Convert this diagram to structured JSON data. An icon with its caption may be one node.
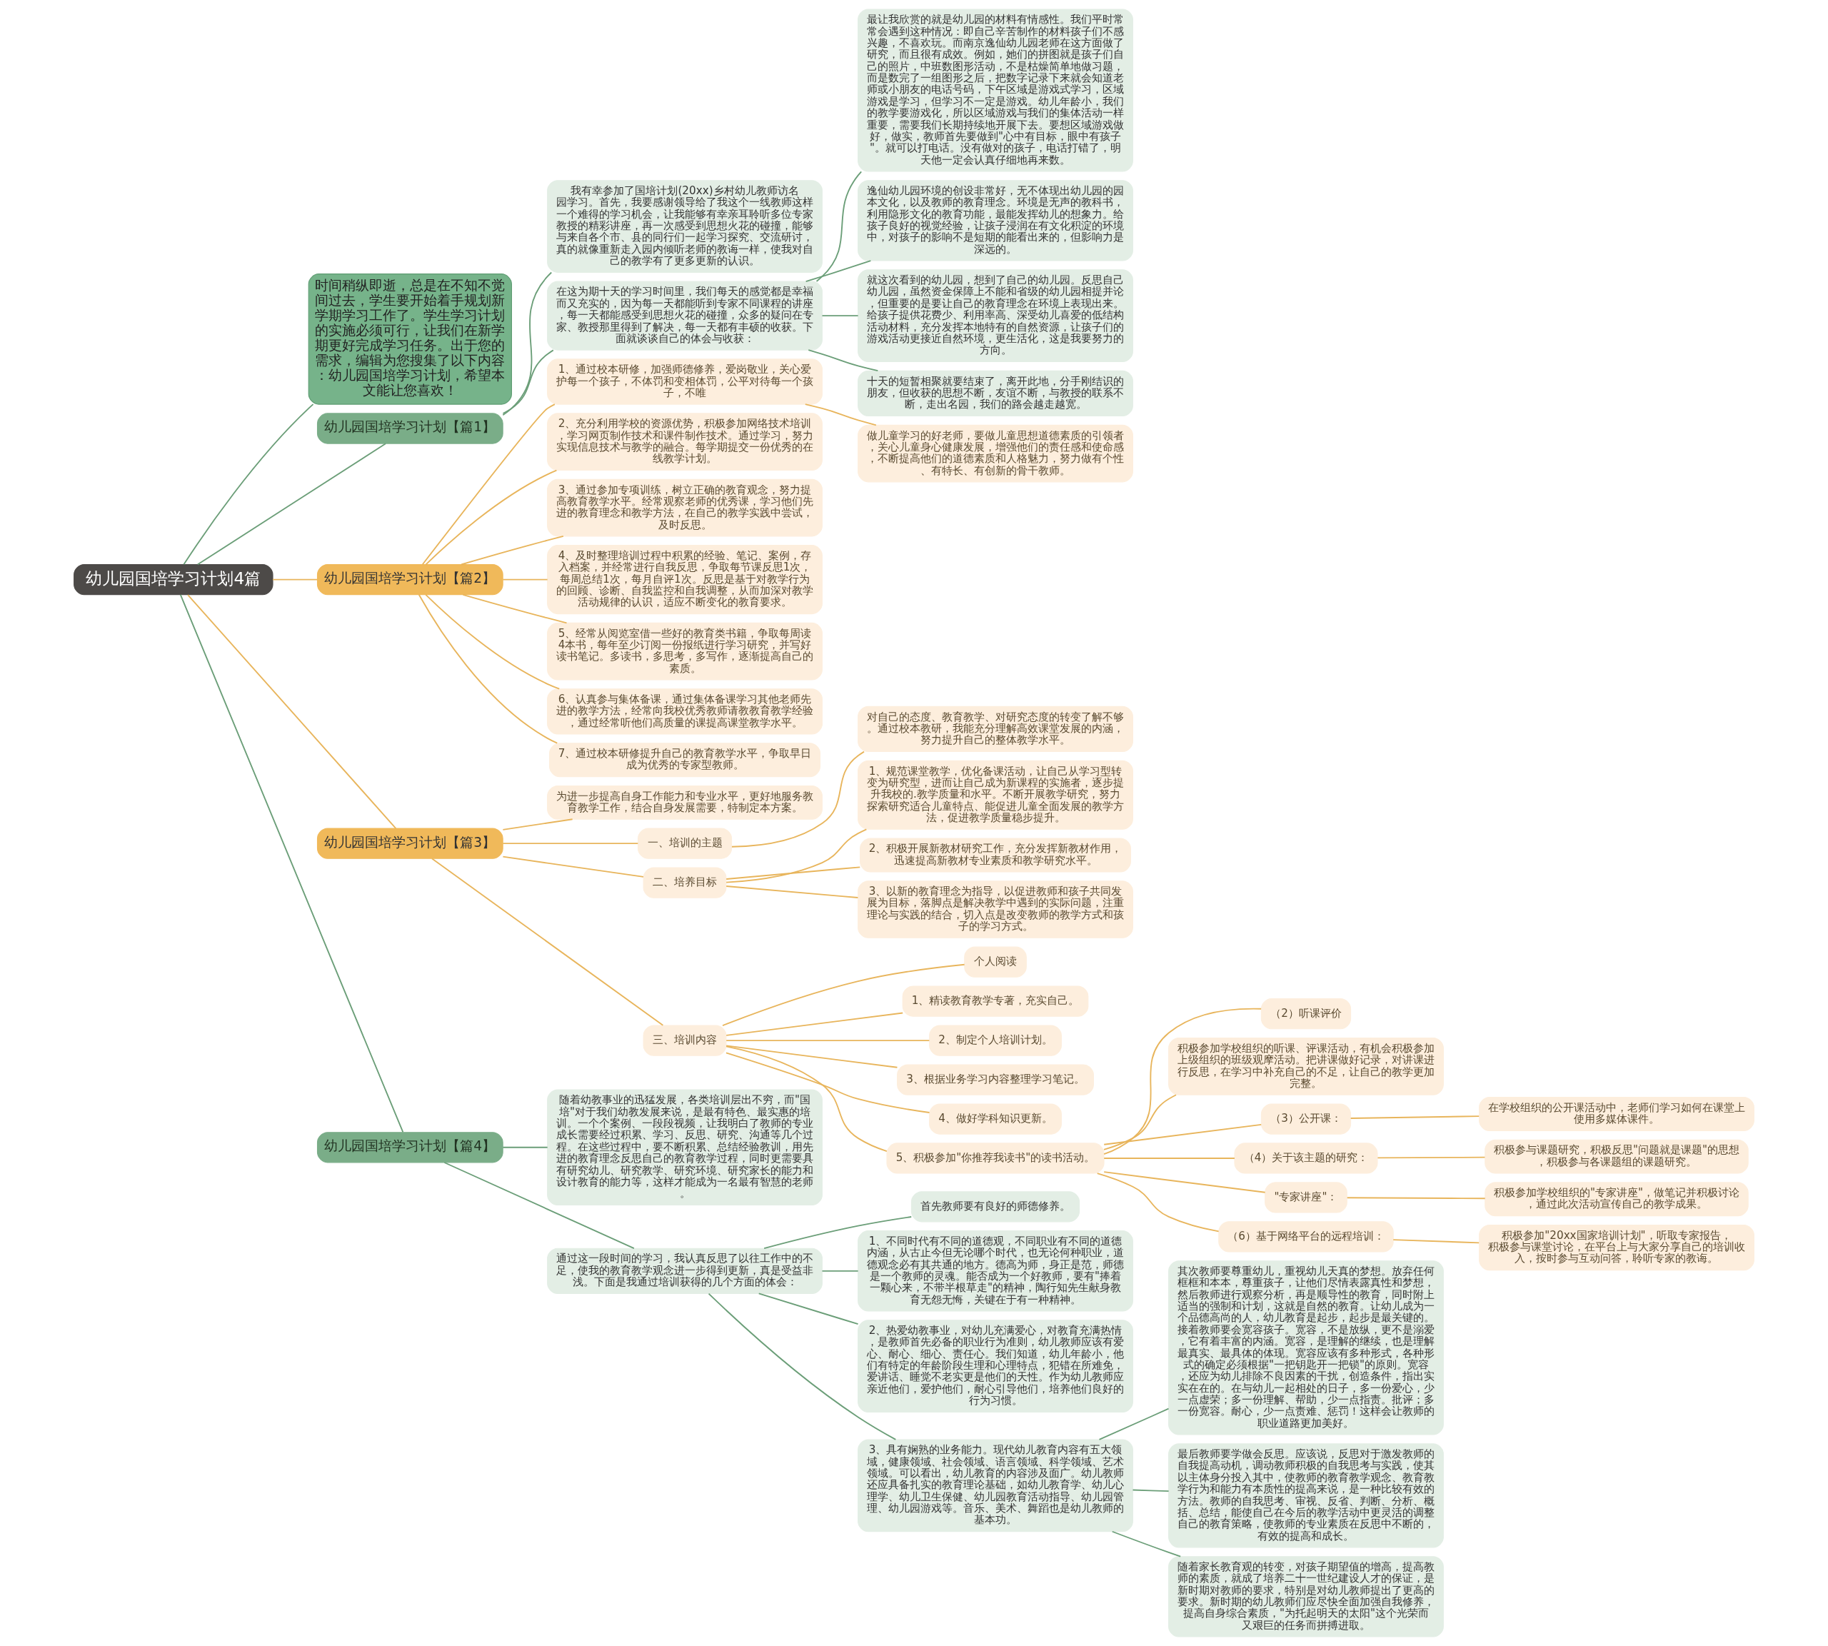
{
  "diagram": {
    "nodes": [
      {
        "text": [
          "幼儿园国培学习计划4篇"
        ]
      },
      {
        "text": [
          "时间稍纵即逝，总是在不知不觉间过去，学生要开始着手规划新学期学习工作了。学生学习计划的实施必须可行，让我们在新学期更好完成学习任务。出于您的需求，编辑为您搜集了以下内容：幼儿园国培学习计划，希望本文能让您喜欢！"
        ]
      },
      {
        "text": [
          "幼儿园国培学习计划【篇1】"
        ]
      },
      {
        "text": [
          "我有幸参加了国培计划(20xx)乡村幼儿教师访名园学习。首先，我要感谢领导给了我这个一线教师这样一个难得的学习机会，让我能够有幸亲耳聆听多位专家教授的精彩讲座，再一次感受到思想火花的碰撞，能够与来自各个市、县的同行们一起学习探究、交流研讨，真的就像重新走入园内倾听老师的教诲一样，使我对自己的教学有了更多更新的认识。"
        ]
      },
      {
        "text": [
          "在这为期十天的学习时间里，我们每天的感觉都是幸福而又充实的，因为每一天都能听到专家不同课程的讲座，每一天都能感受到思想火花的碰撞，众多的疑问在专家、教授那里得到了解决，每一天都有丰硕的收获。下面就谈谈自己的体会与收获："
        ]
      },
      {
        "text": [
          "最让我欣赏的就是幼儿园的材料有情感性。我们平时常常会遇到这种情况：即自己辛苦制作的材料孩子们不感兴趣，不喜欢玩。而南京逸仙幼儿园老师在这方面做了研究，而且很有成效。例如，她们的拼图就是孩子们自己的照片，中班数图形活动，不是枯燥简单地做习题，而是数完了一组图形之后，把数字记录下来就会知道老师或小朋友的电话号码，下午区域是游戏式学习，区域游戏是学习，但学习不一定是游戏。幼儿年龄小，我们的教学要游戏化，所以区域游戏与我们的集体活动一样重要，需要我们长期持续地开展下去。要想区域游戏做好，做实，教师首先要做到\"心中有目标，眼中有孩子\"。就可以打电话。没有做对的孩子，电话打错了，明天他一定会认真仔细地再来数。"
        ]
      },
      {
        "text": [
          "逸仙幼儿园环境的创设非常好，无不体现出幼儿园的园本文化，以及教师的教育理念。环境是无声的教科书，利用隐形文化的教育功能，最能发挥幼儿的想象力。给孩子良好的视觉经验，让孩子浸润在有文化积淀的环境中，对孩子的影响不是短期的能看出来的，但影响力是深远的。"
        ]
      },
      {
        "text": [
          "就这次看到的幼儿园，想到了自己的幼儿园。反思自己幼儿园，虽然资金保障上不能和省级的幼儿园相提并论，但重要的是要让自己的教育理念在环境上表现出来。给孩子提供花费少、利用率高、深受幼儿喜爱的低结构活动材料，充分发挥本地特有的自然资源，让孩子们的游戏活动更接近自然环境，更生活化，这是我要努力的方向。"
        ]
      },
      {
        "text": [
          "十天的短暂相聚就要结束了，离开此地，分手刚结识的朋友，但收获的思想不断，友谊不断，与教授的联系不断，走出名园，我们的路会越走越宽。"
        ]
      },
      {
        "text": [
          "幼儿园国培学习计划【篇2】"
        ]
      },
      {
        "text": [
          "1、通过校本研修，加强师德修养，爱岗敬业，关心爱护每一个孩子，不体罚和变相体罚，公平对待每一个孩子，不唯"
        ]
      },
      {
        "text": [
          "做儿童学习的好老师，要做儿童思想道德素质的引领者，关心儿童身心健康发展，增强他们的责任感和使命感，不断提高他们的道德素质和人格魅力，努力做有个性、有特长、有创新的骨干教师。"
        ]
      },
      {
        "text": [
          "2、充分利用学校的资源优势，积极参加网络技术培训，学习网页制作技术和课件制作技术。通过学习，努力实现信息技术与教学的融合。每学期提交一份优秀的在线教学计划。"
        ]
      },
      {
        "text": [
          "3、通过参加专项训练，树立正确的教育观念，努力提高教育教学水平。经常观察老师的优秀课，学习他们先进的教育理念和教学方法，在自己的教学实践中尝试，及时反思。"
        ]
      },
      {
        "text": [
          "4、及时整理培训过程中积累的经验、笔记、案例，存入档案，并经常进行自我反思，争取每节课反思1次，每周总结1次，每月自评1次。反思是基于对教学行为的回顾、诊断、自我监控和自我调整，从而加深对教学活动规律的认识，适应不断变化的教育要求。"
        ]
      },
      {
        "text": [
          "5、经常从阅览室借一些好的教育类书籍，争取每周读4本书，每年至少订阅一份报纸进行学习研究，并写好读书笔记。多读书，多思考，多写作，逐渐提高自己的素质。"
        ]
      },
      {
        "text": [
          "6、认真参与集体备课，通过集体备课学习其他老师先进的教学方法，经常向我校优秀教师请教教育教学经验，通过经常听他们高质量的课提高课堂教学水平。"
        ]
      },
      {
        "text": [
          "7、通过校本研修提升自己的教育教学水平，争取早日成为优秀的专家型教师。"
        ]
      },
      {
        "text": [
          "幼儿园国培学习计划【篇3】"
        ]
      },
      {
        "text": [
          "为进一步提高自身工作能力和专业水平，更好地服务教育教学工作，结合自身发展需要，特制定本方案。"
        ]
      },
      {
        "text": [
          "一、培训的主题"
        ]
      },
      {
        "text": [
          "对自己的态度、教育教学、对研究态度的转变了解不够。通过校本教研，我能充分理解高效课堂发展的内涵，努力提升自己的整体教学水平。"
        ]
      },
      {
        "text": [
          "二、培养目标"
        ]
      },
      {
        "text": [
          "1、规范课堂教学，优化备课活动，让自己从学习型转变为研究型，进而让自己成为新课程的实施者，逐步提升我校的.教学质量和水平。不断开展教学研究，努力探索研究适合儿童特点、能促进儿童全面发展的教学方法，促进教学质量稳步提升。"
        ]
      },
      {
        "text": [
          "2、积极开展新教材研究工作，充分发挥新教材作用，迅速提高新教材专业素质和教学研究水平。"
        ]
      },
      {
        "text": [
          "3、以新的教育理念为指导，以促进教师和孩子共同发展为目标，落脚点是解决教学中遇到的实际问题，注重理论与实践的结合，切入点是改变教师的教学方式和孩子的学习方式。"
        ]
      },
      {
        "text": [
          "三、培训内容"
        ]
      },
      {
        "text": [
          "个人阅读"
        ]
      },
      {
        "text": [
          "1、精读教育教学专著，充实自己。"
        ]
      },
      {
        "text": [
          "2、制定个人培训计划。"
        ]
      },
      {
        "text": [
          "3、根据业务学习内容整理学习笔记。"
        ]
      },
      {
        "text": [
          "4、做好学科知识更新。"
        ]
      },
      {
        "text": [
          "5、积极参加\"你推荐我读书\"的读书活动。"
        ]
      },
      {
        "text": [
          "（2）听课评价"
        ]
      },
      {
        "text": [
          "积极参加学校组织的听课、评课活动，有机会积极参加上级组织的班级观摩活动。把讲课做好记录，对讲课进行反思，在学习中补充自己的不足，让自己的教学更加完整。"
        ]
      },
      {
        "text": [
          "（3）公开课："
        ]
      },
      {
        "text": [
          "在学校组织的公开课活动中，老师们学习如何在课堂上使用多媒体课件。"
        ]
      },
      {
        "text": [
          "（4）关于该主题的研究："
        ]
      },
      {
        "text": [
          "积极参与课题研究，积极反思\"问题就是课题\"的思想，积极参与各课题组的课题研究。"
        ]
      },
      {
        "text": [
          "\"专家讲座\"："
        ]
      },
      {
        "text": [
          "积极参加学校组织的\"专家讲座\"，做笔记并积极讨论，通过此次活动宣传自己的教学成果。"
        ]
      },
      {
        "text": [
          "（6）基于网络平台的远程培训："
        ]
      },
      {
        "text": [
          "积极参加\"20xx国家培训计划\"，听取专家报告，积极参与课堂讨论，在平台上与大家分享自己的培训收入，按时参与互动问答，聆听专家的教诲。"
        ]
      },
      {
        "text": [
          "幼儿园国培学习计划【篇4】"
        ]
      },
      {
        "text": [
          "随着幼教事业的迅猛发展，各类培训层出不穷，而\"国培\"对于我们幼教发展来说，是最有特色、最实惠的培训。一个个案例、一段段视频，让我明白了教师的专业成长需要经过积累、学习、反思、研究、沟通等几个过程。在这些过程中，要不断积累、总结经验教训，用先进的教育理念反思自己的教育教学过程，同时更需要具有研究幼儿、研究教学、研究环境、研究家长的能力和设计教育的能力等，这样才能成为一名最有智慧的老师。"
        ]
      },
      {
        "text": [
          "通过这一段时间的学习，我认真反思了以往工作中的不足，使我的教育教学观念进一步得到更新，真是受益非浅。下面是我通过培训获得的几个方面的体会："
        ]
      },
      {
        "text": [
          "首先教师要有良好的师德修养。"
        ]
      },
      {
        "text": [
          "1、不同时代有不同的道德观，不同职业有不同的道德内涵，从古止今但无论哪个时代，也无论何种职业，道德观念必有其共通的地方。德高为师，身正是范，师德是一个教师的灵魂。能否成为一个好教师，要有\"捧着一颗心来，不带半根草走\"的精神，陶行知先生献身教育无怨无悔，关键在于有一种精神。"
        ]
      },
      {
        "text": [
          "2、热爱幼教事业，对幼儿充满爱心，对教育充满热情，是教师首先必备的职业行为准则，幼儿教师应该有爱心、耐心、细心、责任心。我们知道，幼儿年龄小，他们有特定的年龄阶段生理和心理特点，犯错在所难免，爱讲话、睡觉不老实更是他们的天性。作为幼儿教师应亲近他们，爱护他们，耐心引导他们，培养他们良好的行为习惯。"
        ]
      },
      {
        "text": [
          "3、具有娴熟的业务能力。现代幼儿教育内容有五大领域，健康领域、社会领域、语言领域、科学领域、艺术领域。可以看出，幼儿教育的内容涉及面广。幼儿教师还应具备扎实的教育理论基础，如幼儿教育学、幼儿心理学、幼儿卫生保健、幼儿园教育活动指导、幼儿园管理、幼儿园游戏等。音乐、美术、舞蹈也是幼儿教师的基本功。"
        ]
      },
      {
        "text": [
          "其次教师要尊重幼儿，重视幼儿天真的梦想。放弃任何框框和本本，尊重孩子，让他们尽情表露真性和梦想，然后教师进行观察分析，再是顺导性的教育，同时附上适当的强制和计划，这就是自然的教育。让幼儿成为一个品德高尚的人，幼儿教育是起步，起步是最关键的。接着教师要会宽容孩子。宽容，不是放纵，更不是溺爱，它有着丰富的内涵。宽容，是理解的继续，也是理解最真实、最具体的体现。宽容应该有多种形式，各种形式的确定必须根据\"一把钥匙开一把锁\"的原则。宽容，还应为幼儿排除不良因素的干扰，创造条件，指出实实在在的。在与幼儿一起相处的日子，多一份爱心，少一点虚荣；多一份理解、帮助，少一点指责。批评；多一份宽容。耐心，少一点责难、惩罚！这样会让教师的职业道路更加美好。"
        ]
      },
      {
        "text": [
          "最后教师要学做会反思。应该说，反思对于激发教师的自我提高动机，调动教师积极的自我思考与实践，使其以主体身分投入其中，使教师的教育教学观念、教育教学行为和能力有本质性的提高来说，是一种比较有效的方法。教师的自我思考、审视、反省、判断、分析、概括、总结，能使自己在今后的教学活动中更灵活的调整自己的教育策略，使教师的专业素质在反思中不断的，有效的提高和成长。"
        ]
      },
      {
        "text": [
          "随着家长教育观的转变，对孩子期望值的增高，提高教师的素质，就成了培养二十一世纪建设人才的保证，是新时期对教师的要求，特别是对幼儿教师提出了更高的要求。新时期的幼儿教师们应尽快全面加强自我修养，提高自身综合素质，\"为托起明天的太阳\"这个光荣而又艰巨的任务而拼搏进取。"
        ]
      }
    ],
    "edges": [
      {
        "from": 0,
        "to": 1,
        "arrow": "none",
        "color": "#6b9e78"
      },
      {
        "from": 0,
        "to": 2,
        "arrow": "none",
        "color": "#6b9e78"
      },
      {
        "from": 2,
        "to": 3,
        "arrow": "none",
        "color": "#6b9e78"
      },
      {
        "from": 2,
        "to": 4,
        "arrow": "none",
        "color": "#6b9e78"
      },
      {
        "from": 4,
        "to": 5,
        "arrow": "none",
        "color": "#6b9e78"
      },
      {
        "from": 4,
        "to": 6,
        "arrow": "none",
        "color": "#6b9e78"
      },
      {
        "from": 4,
        "to": 7,
        "arrow": "none",
        "color": "#6b9e78"
      },
      {
        "from": 4,
        "to": 8,
        "arrow": "none",
        "color": "#6b9e78"
      },
      {
        "from": 0,
        "to": 9,
        "arrow": "none"
      },
      {
        "from": 9,
        "to": 10,
        "arrow": "none"
      },
      {
        "from": 10,
        "to": 11,
        "arrow": "none"
      },
      {
        "from": 9,
        "to": 12,
        "arrow": "none"
      },
      {
        "from": 9,
        "to": 13,
        "arrow": "none"
      },
      {
        "from": 9,
        "to": 14,
        "arrow": "none"
      },
      {
        "from": 9,
        "to": 15,
        "arrow": "none"
      },
      {
        "from": 9,
        "to": 16,
        "arrow": "none"
      },
      {
        "from": 9,
        "to": 17,
        "arrow": "none"
      },
      {
        "from": 0,
        "to": 18,
        "arrow": "none"
      },
      {
        "from": 18,
        "to": 19,
        "arrow": "none"
      },
      {
        "from": 18,
        "to": 20,
        "arrow": "none"
      },
      {
        "from": 20,
        "to": 21,
        "arrow": "none"
      },
      {
        "from": 18,
        "to": 22,
        "arrow": "none"
      },
      {
        "from": 22,
        "to": 23,
        "arrow": "none"
      },
      {
        "from": 22,
        "to": 24,
        "arrow": "none"
      },
      {
        "from": 22,
        "to": 25,
        "arrow": "none"
      },
      {
        "from": 18,
        "to": 26,
        "arrow": "none"
      },
      {
        "from": 26,
        "to": 27,
        "arrow": "none"
      },
      {
        "from": 26,
        "to": 28,
        "arrow": "none"
      },
      {
        "from": 26,
        "to": 29,
        "arrow": "none"
      },
      {
        "from": 26,
        "to": 30,
        "arrow": "none"
      },
      {
        "from": 26,
        "to": 31,
        "arrow": "none"
      },
      {
        "from": 26,
        "to": 32,
        "arrow": "none"
      },
      {
        "from": 32,
        "to": 33,
        "arrow": "none"
      },
      {
        "from": 32,
        "to": 34,
        "arrow": "none"
      },
      {
        "from": 32,
        "to": 35,
        "arrow": "none"
      },
      {
        "from": 35,
        "to": 36,
        "arrow": "none"
      },
      {
        "from": 32,
        "to": 37,
        "arrow": "none"
      },
      {
        "from": 37,
        "to": 38,
        "arrow": "none"
      },
      {
        "from": 32,
        "to": 39,
        "arrow": "none"
      },
      {
        "from": 39,
        "to": 40,
        "arrow": "none"
      },
      {
        "from": 32,
        "to": 41,
        "arrow": "none"
      },
      {
        "from": 41,
        "to": 42,
        "arrow": "none"
      },
      {
        "from": 0,
        "to": 43,
        "arrow": "none",
        "color": "#6b9e78"
      },
      {
        "from": 43,
        "to": 44,
        "arrow": "none",
        "color": "#6b9e78"
      },
      {
        "from": 43,
        "to": 45,
        "arrow": "none",
        "color": "#6b9e78"
      },
      {
        "from": 45,
        "to": 46,
        "arrow": "none",
        "color": "#6b9e78"
      },
      {
        "from": 45,
        "to": 47,
        "arrow": "none",
        "color": "#6b9e78"
      },
      {
        "from": 45,
        "to": 48,
        "arrow": "none",
        "color": "#6b9e78"
      },
      {
        "from": 45,
        "to": 49,
        "arrow": "none",
        "color": "#6b9e78"
      },
      {
        "from": 49,
        "to": 50,
        "arrow": "none",
        "color": "#6b9e78"
      },
      {
        "from": 49,
        "to": 51,
        "arrow": "none",
        "color": "#6b9e78"
      },
      {
        "from": 49,
        "to": 52,
        "arrow": "none",
        "color": "#6b9e78"
      }
    ]
  }
}
